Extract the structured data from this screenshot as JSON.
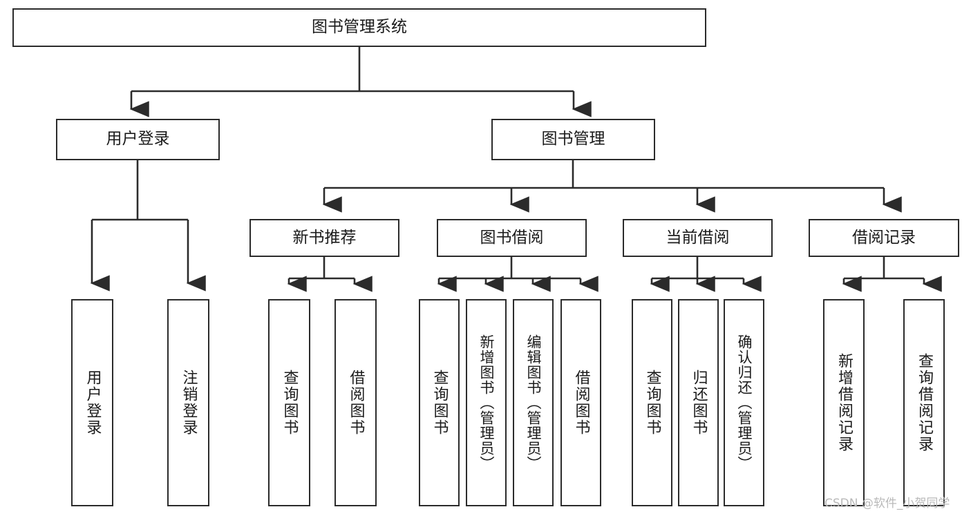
{
  "diagram": {
    "type": "tree",
    "title": "图书管理系统",
    "orientation": "top-down",
    "colors": {
      "node_border": "#2b2b2b",
      "node_fill": "#ffffff",
      "edge": "#2b2b2b",
      "text": "#1b1b1b",
      "watermark": "#b9b9b9",
      "background": "#ffffff"
    },
    "root": {
      "label": "图书管理系统"
    },
    "level2": [
      {
        "label": "用户登录"
      },
      {
        "label": "图书管理"
      }
    ],
    "level3": [
      {
        "label": "新书推荐"
      },
      {
        "label": "图书借阅"
      },
      {
        "label": "当前借阅"
      },
      {
        "label": "借阅记录"
      }
    ],
    "leaves": {
      "user_login": [
        {
          "label": "用户登录"
        },
        {
          "label": "注销登录"
        }
      ],
      "new_book_recommend": [
        {
          "label": "查询图书"
        },
        {
          "label": "借阅图书"
        }
      ],
      "book_borrow": [
        {
          "label": "查询图书"
        },
        {
          "label": "新增图书（管理员）"
        },
        {
          "label": "编辑图书（管理员）"
        },
        {
          "label": "借阅图书"
        }
      ],
      "current_borrow": [
        {
          "label": "查询图书"
        },
        {
          "label": "归还图书"
        },
        {
          "label": "确认归还（管理员）"
        }
      ],
      "borrow_record": [
        {
          "label": "新增借阅记录"
        },
        {
          "label": "查询借阅记录"
        }
      ]
    }
  },
  "watermark": {
    "text": "CSDN @软件_小贺同学"
  }
}
